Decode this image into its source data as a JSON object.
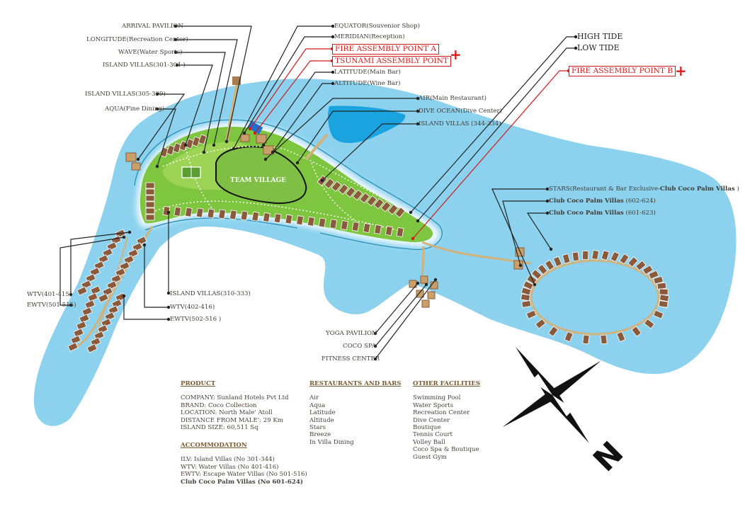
{
  "labels_left": {
    "arrival": "ARRIVAL PAVILION",
    "longitude": "LONGITUDE(Recreation Center)",
    "wave": "WAVE(Water Sports)",
    "iv301": "ISLAND VILLAS(301-304 )",
    "iv305": "ISLAND VILLAS(305-309)",
    "aqua": "AQUA(Fine Dining)"
  },
  "labels_top": {
    "equator": "EQUATOR(Souvenior Shop)",
    "meridian": "MERIDIAN(Reception)",
    "fire_a": "FIRE ASSEMBLY POINT A",
    "tsunami": "TSUNAMI ASSEMBLY POINT",
    "latitude": "LATITUDE(Main Bar)",
    "altitude": "ALTITUDE(Wine Bar)",
    "air": "AIR(Main Restaurant)",
    "dive": "DIVE OCEAN(Dive Center)",
    "iv344": "ISLAND VILLAS (344-334)"
  },
  "labels_right": {
    "high_tide": "HIGH TIDE",
    "low_tide": "LOW TIDE",
    "fire_b": "FIRE ASSEMBLY POINT B",
    "stars_prefix": "STARS(Restaurant & Bar Exclusive-",
    "stars_bold": "Club Coco Palm Villas",
    "stars_suffix": " )",
    "ccpv1_bold": "Club Coco Palm Villas",
    "ccpv1_range": " (602-624)",
    "ccpv2_bold": "Club Coco Palm Villas",
    "ccpv2_range": " (601-623)"
  },
  "labels_bottom": {
    "wtv401": "WTV(401-415)",
    "ewtv501": "EWTV(501-515)",
    "iv310": "ISLAND VILLAS(310-333)",
    "wtv402": "WTV(402-416)",
    "ewtv502": "EWTV(502-516 )",
    "yoga": "YOGA PAVILION",
    "spa": "COCO SPA",
    "fitness": "FITNESS CENTER"
  },
  "team_village": "TEAM VILLAGE",
  "cross_symbol": "+",
  "product": {
    "heading": "PRODUCT",
    "lines": [
      "COMPANY: Sunland Hotels Pvt Ltd",
      "BRAND: Coco Collection",
      "LOCATION: North Male' Atoll",
      "DISTANCE FROM MALE': 29 Km",
      "ISLAND SIZE: 60,511 Sq"
    ]
  },
  "accommodation": {
    "heading": "ACCOMMODATION",
    "lines": [
      "ILV: Island Villas (No 301-344)",
      "WTV: Water Villas (No 401-416)",
      "EWTV: Escape Water Villas (No 501-516)"
    ],
    "bold_line": "Club Coco Palm Villas (No 601-624)"
  },
  "restaurants": {
    "heading": "RESTAURANTS AND BARS",
    "items": [
      "Air",
      "Aqua",
      "Latitude",
      "Altitude",
      "Stars",
      "Breeze",
      "In Villa Dining"
    ]
  },
  "facilities": {
    "heading": "OTHER FACILITIES",
    "items": [
      "Swimming Pool",
      "Water Sports",
      "Recreation Center",
      "Dive Center",
      "Boutique",
      "Tennis Court",
      "Volley Ball",
      "Coco Spa & Boutique",
      "Guest Gym"
    ]
  },
  "compass": {
    "north_letter": "N"
  },
  "colors": {
    "lagoon": "#8cd2ee",
    "deep_water": "#1aa3df",
    "island": "#7ec63f",
    "island_light": "#b7e06a",
    "villa_roof": "#8a5a3c",
    "jetty": "#d0b27a",
    "label_line": "#222222",
    "alert_red": "#d01b1b"
  }
}
